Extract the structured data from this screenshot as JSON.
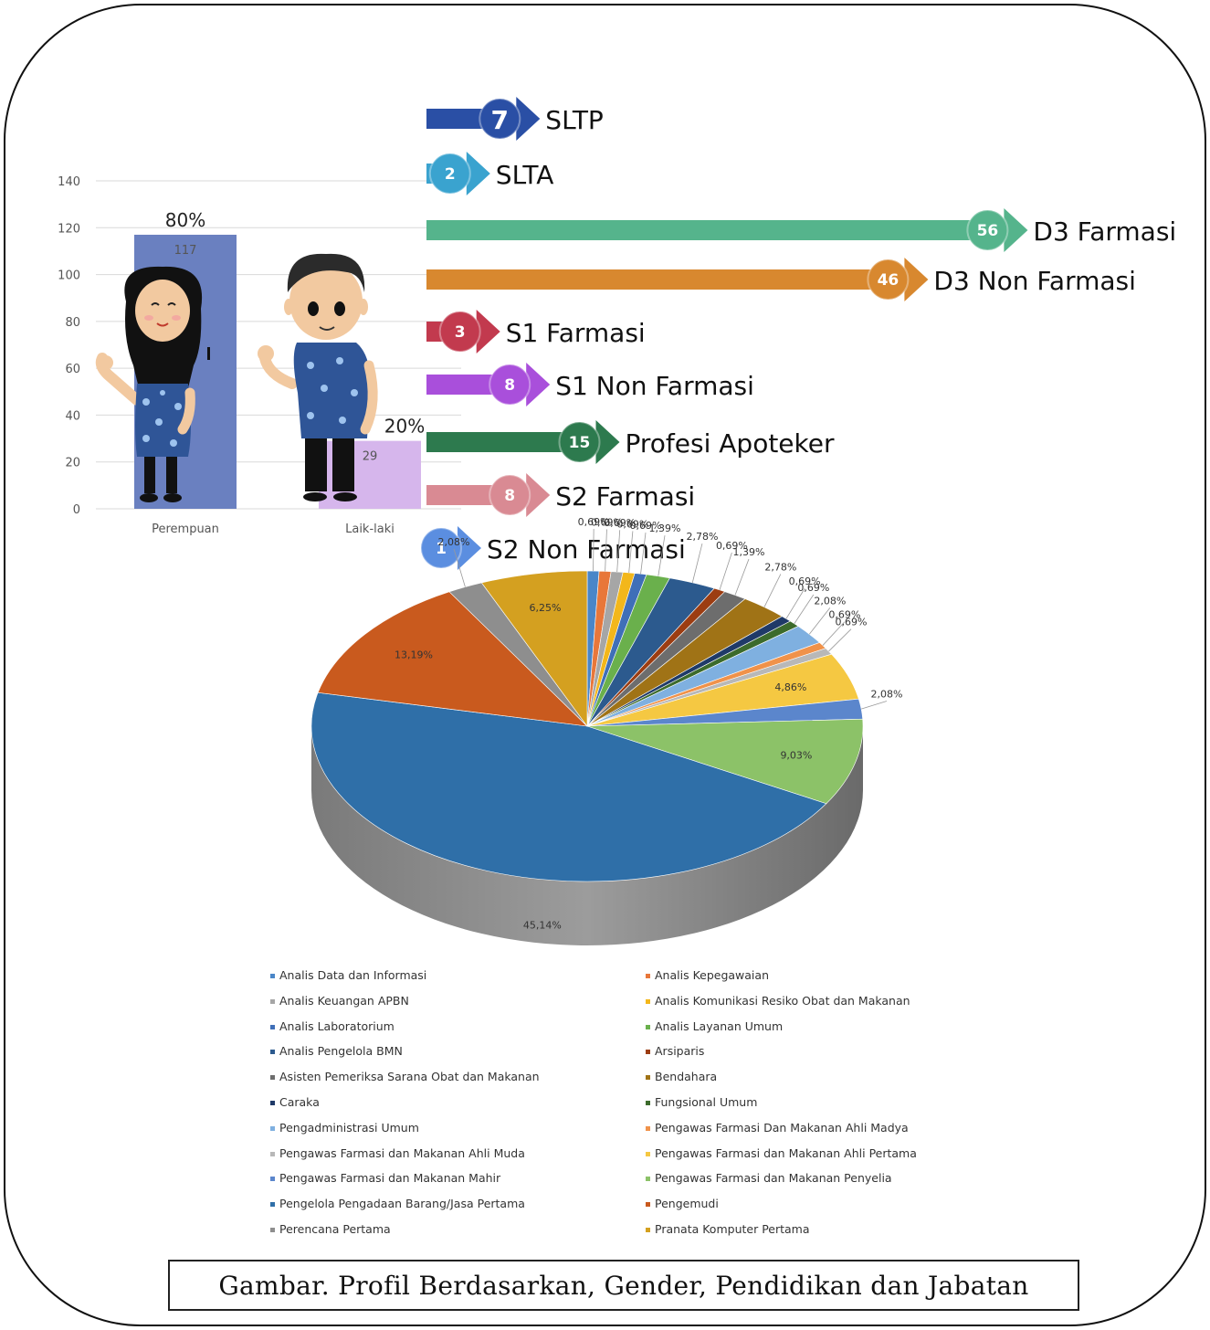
{
  "caption": "Gambar.   Profil Berdasarkan, Gender, Pendidikan dan Jabatan",
  "chart_data": [
    {
      "type": "bar",
      "title": "",
      "xlabel": "",
      "ylabel": "",
      "ylim": [
        0,
        140
      ],
      "yticks": [
        0,
        20,
        40,
        60,
        80,
        100,
        120,
        140
      ],
      "categories": [
        "Perempuan",
        "Laik-laki"
      ],
      "values": [
        117,
        29
      ],
      "percent_labels": [
        "80%",
        "20%"
      ],
      "colors": [
        "#6a80c0",
        "#d6b6ec"
      ],
      "grid": true
    },
    {
      "type": "bar",
      "orientation": "horizontal",
      "title": "",
      "categories": [
        "SLTP",
        "SLTA",
        "D3 Farmasi",
        "D3 Non Farmasi",
        "S1 Farmasi",
        "S1 Non Farmasi",
        "Profesi Apoteker",
        "S2 Farmasi",
        "S2 Non Farmasi"
      ],
      "values": [
        7,
        2,
        56,
        46,
        3,
        8,
        15,
        8,
        1
      ],
      "colors": [
        "#2a4fa5",
        "#3aa3cf",
        "#55b48c",
        "#d8882f",
        "#c23a4e",
        "#a94fdb",
        "#2d7a4e",
        "#d98a93",
        "#5b8ee0"
      ]
    },
    {
      "type": "pie",
      "style": "3d",
      "title": "",
      "legend_position": "bottom",
      "unit": "%",
      "slices": [
        {
          "label": "Analis Data dan Informasi",
          "value": 0.69,
          "text": "0,69%",
          "color": "#4a86c8"
        },
        {
          "label": "Analis Kepegawaian",
          "value": 0.69,
          "text": "0,69%",
          "color": "#e8773a"
        },
        {
          "label": "Analis Keuangan APBN",
          "value": 0.69,
          "text": "0,69%",
          "color": "#a6a6a6"
        },
        {
          "label": "Analis Komunikasi Resiko Obat dan Makanan",
          "value": 0.69,
          "text": "0,69%",
          "color": "#f3b71b"
        },
        {
          "label": "Analis Laboratorium",
          "value": 0.69,
          "text": "0,69%",
          "color": "#3f6fb8"
        },
        {
          "label": "Analis Layanan Umum",
          "value": 1.39,
          "text": "1,39%",
          "color": "#6ab04c"
        },
        {
          "label": "Analis Pengelola BMN",
          "value": 2.78,
          "text": "2,78%",
          "color": "#2c5a8e"
        },
        {
          "label": "Arsiparis",
          "value": 0.69,
          "text": "0,69%",
          "color": "#9c3d12"
        },
        {
          "label": "Asisten Pemeriksa Sarana Obat dan  Makanan",
          "value": 1.39,
          "text": "1,39%",
          "color": "#6d6d6d"
        },
        {
          "label": "Bendahara",
          "value": 2.78,
          "text": "2,78%",
          "color": "#a07316"
        },
        {
          "label": "Caraka",
          "value": 0.69,
          "text": "0,69%",
          "color": "#1f3a68"
        },
        {
          "label": "Fungsional Umum",
          "value": 0.69,
          "text": "0,69%",
          "color": "#3c6b2c"
        },
        {
          "label": "Pengadministrasi Umum",
          "value": 2.08,
          "text": "2,08%",
          "color": "#7fb0e0"
        },
        {
          "label": "Pengawas Farmasi Dan Makanan Ahli Madya",
          "value": 0.69,
          "text": "0,69%",
          "color": "#f0924a"
        },
        {
          "label": "Pengawas Farmasi dan Makanan Ahli Muda",
          "value": 0.69,
          "text": "0,69%",
          "color": "#b8b8b8"
        },
        {
          "label": "Pengawas Farmasi dan Makanan Ahli Pertama",
          "value": 4.86,
          "text": "4,86%",
          "color": "#f5c842"
        },
        {
          "label": "Pengawas Farmasi dan Makanan Mahir",
          "value": 2.08,
          "text": "2,08%",
          "color": "#5b86cc"
        },
        {
          "label": "Pengawas Farmasi dan Makanan Penyelia",
          "value": 9.03,
          "text": "9,03%",
          "color": "#8cc268"
        },
        {
          "label": "Pengelola Pengadaan Barang/Jasa Pertama",
          "value": 45.14,
          "text": "45,14%",
          "color": "#2f6fa8"
        },
        {
          "label": "Pengemudi",
          "value": 13.19,
          "text": "13,19%",
          "color": "#c95a1e"
        },
        {
          "label": "Perencana Pertama",
          "value": 2.08,
          "text": "2,08%",
          "color": "#8e8e8e"
        },
        {
          "label": "Pranata Komputer Pertama",
          "value": 6.25,
          "text": "6,25%",
          "color": "#d4a020"
        }
      ]
    }
  ]
}
